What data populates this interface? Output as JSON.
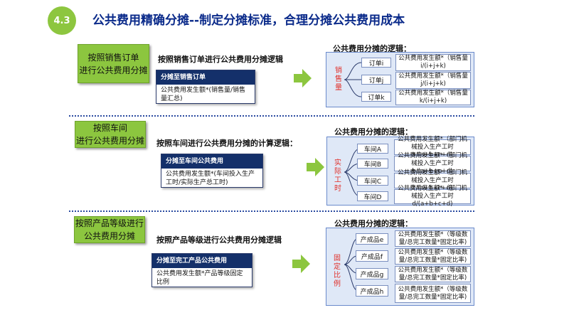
{
  "header": {
    "badge": "4.3",
    "title": "公共费用精确分摊--制定分摊标准，合理分摊公共费用成本"
  },
  "sections": [
    {
      "label_lines": [
        "按照销售订单",
        "进行公共费用分摊"
      ],
      "subhead": "按照销售订单进行公共费用分摊逻辑",
      "method_head": "分摊至销售订单",
      "method_body": "公共费用发生额*(销售量/销售量汇总)",
      "logic_title": "公共费用分摊的逻辑：",
      "vertical_label": "销售量",
      "nodes": [
        "订单i",
        "订单j",
        "订单k"
      ],
      "descs": [
        "公共费用发生额*（销售量i/(i+j+k)",
        "公共费用发生额*（销售量j/(i+j+k)",
        "公共费用发生额*（销售量k/(i+j+k)"
      ]
    },
    {
      "label_lines": [
        "按照车间",
        "进行公共费用分摊"
      ],
      "subhead": "按照车间进行公共费用分摊的计算逻辑：",
      "method_head": "分摊至车间公共费用",
      "method_body": "公共费用发生额*(车间投入生产工时/实际生产总工时)",
      "logic_title": "公共费用分摊的逻辑：",
      "vertical_label": "实际工时",
      "nodes": [
        "车间A",
        "车间B",
        "车间C",
        "车间D"
      ],
      "descs": [
        "公共费用发生额*（部门机械投入生产工时a/(a+b+c+d)",
        "公共费用发生额*（部门机械投入生产工时b/(a+b+c+d)",
        "公共费用发生额*（部门机械投入生产工时c/(a+b+c+d)",
        "公共费用发生额*（部门机械投入生产工时d/(a+b+c+d)"
      ]
    },
    {
      "label_lines": [
        "按照产品等级进行",
        "公共费用分摊"
      ],
      "subhead": "按照产品等级进行公共费用分摊逻辑",
      "method_head": "分摊至完工产品公共费用",
      "method_body": "公共费用发生额*产品等级固定比例",
      "logic_title": "公共费用分摊的逻辑：",
      "vertical_label": "固定比例",
      "nodes": [
        "产成品e",
        "产成品f",
        "产成品g",
        "产成品h"
      ],
      "descs": [
        "公共费用发生额*（等级数量/总完工数量*固定比率)",
        "公共费用发生额*（等级数量/总完工数量*固定比率)",
        "公共费用发生额*（等级数量/总完工数量*固定比率)",
        "公共费用发生额*（等级数量/总完工数量*固定比率)"
      ]
    }
  ],
  "colors": {
    "accent_green": "#8cc63f",
    "title_blue": "#0a2a8a",
    "head_navy": "#14306a",
    "panel_bg": "#dfe8f7",
    "label_red": "#e0302a"
  }
}
